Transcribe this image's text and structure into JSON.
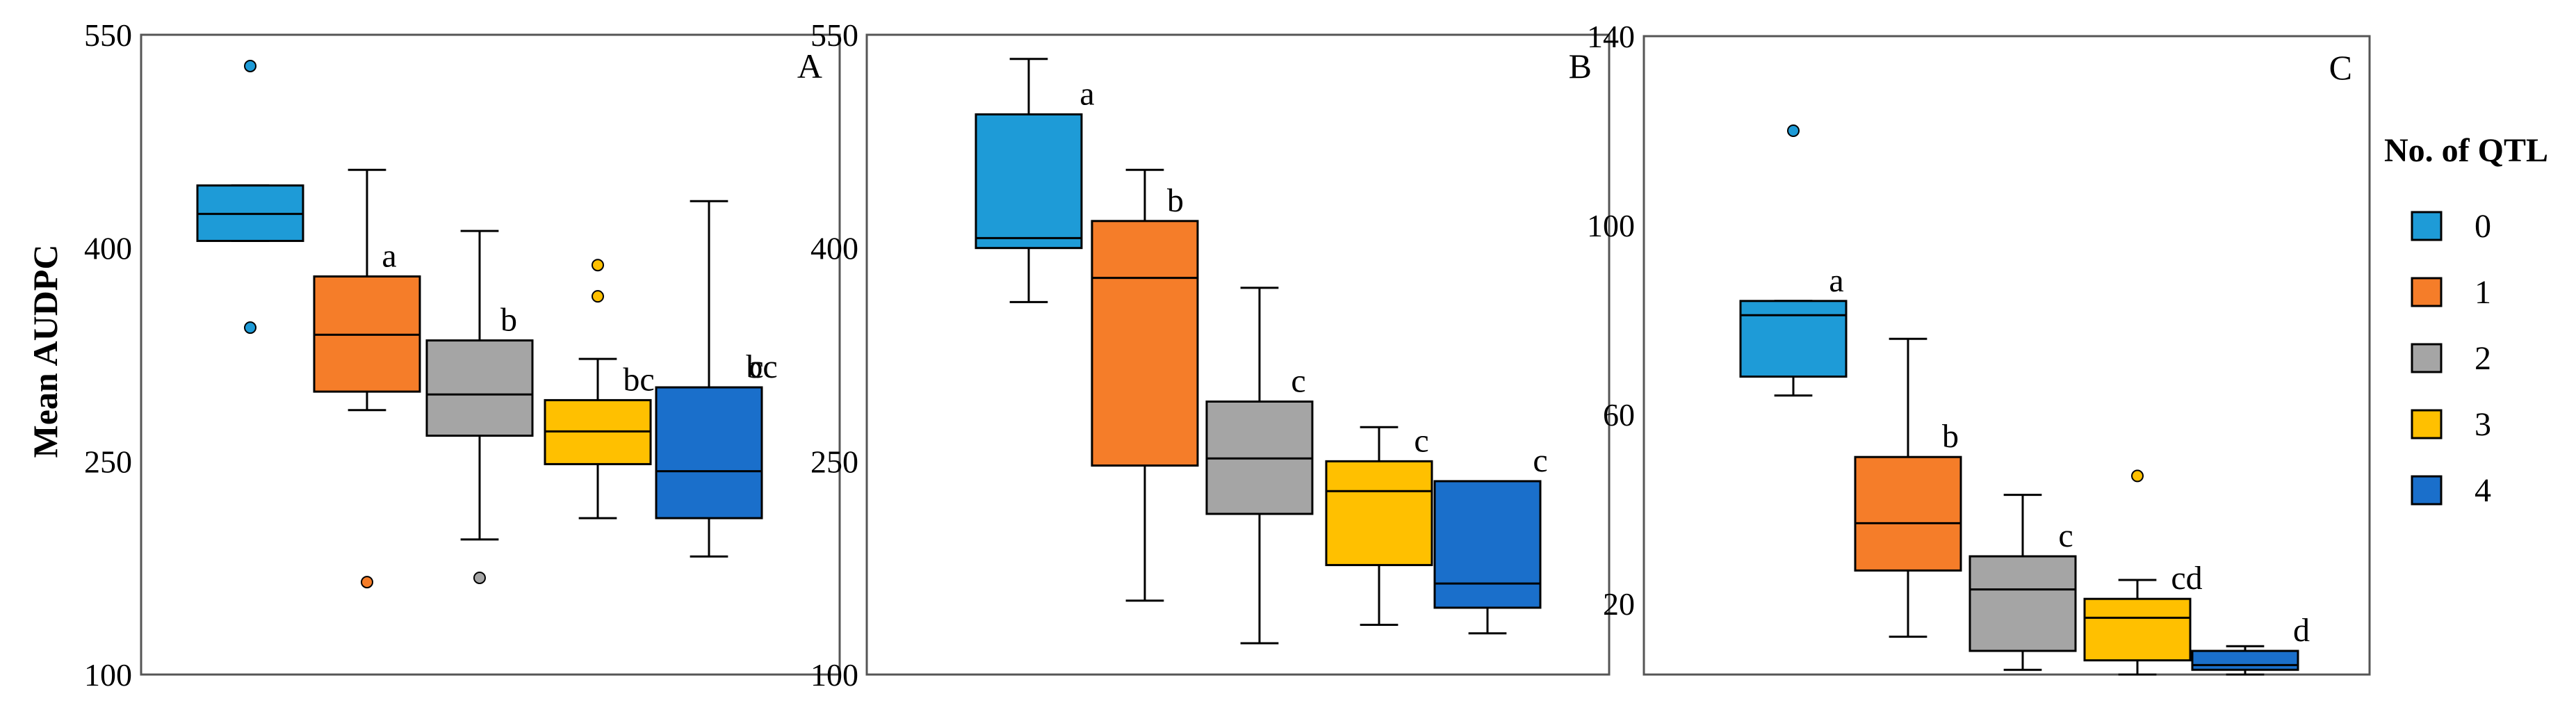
{
  "ylabel": "Mean AUDPC",
  "legend": {
    "title": "No. of QTL",
    "items": [
      {
        "label": "0",
        "color": "#1E9BD7"
      },
      {
        "label": "1",
        "color": "#F57D29"
      },
      {
        "label": "2",
        "color": "#A5A5A5"
      },
      {
        "label": "3",
        "color": "#FFC000"
      },
      {
        "label": "4",
        "color": "#1A6FCB"
      }
    ]
  },
  "chart_data": [
    {
      "type": "box",
      "panel_label": "A",
      "ylim": [
        100,
        550
      ],
      "yticks": [
        "100",
        "250",
        "400",
        "550"
      ],
      "groups": [
        {
          "name": "0",
          "whisker_low": 405,
          "q1": 405,
          "median": 424,
          "q3": 444,
          "whisker_high": 444,
          "outliers": [
            528,
            344
          ],
          "letter": ""
        },
        {
          "name": "1",
          "whisker_low": 286,
          "q1": 299,
          "median": 339,
          "q3": 380,
          "whisker_high": 455,
          "outliers": [
            165
          ],
          "letter": "a"
        },
        {
          "name": "2",
          "whisker_low": 195,
          "q1": 268,
          "median": 297,
          "q3": 335,
          "whisker_high": 412,
          "outliers": [
            168
          ],
          "letter": "b"
        },
        {
          "name": "3",
          "whisker_low": 210,
          "q1": 248,
          "median": 271,
          "q3": 293,
          "whisker_high": 322,
          "outliers": [
            388,
            366
          ],
          "letter": "bc"
        },
        {
          "name": "4",
          "whisker_low": 183,
          "q1": 210,
          "median": 243,
          "q3": 302,
          "whisker_high": 433,
          "outliers": [],
          "letter": "bc"
        }
      ],
      "extra_letter": "c"
    },
    {
      "type": "box",
      "panel_label": "B",
      "ylim": [
        100,
        550
      ],
      "yticks": [
        "100",
        "250",
        "400",
        "550"
      ],
      "groups": [
        {
          "name": "0",
          "whisker_low": 362,
          "q1": 400,
          "median": 407,
          "q3": 494,
          "whisker_high": 533,
          "outliers": [],
          "letter": "a"
        },
        {
          "name": "1",
          "whisker_low": 152,
          "q1": 247,
          "median": 379,
          "q3": 419,
          "whisker_high": 455,
          "outliers": [],
          "letter": "b"
        },
        {
          "name": "2",
          "whisker_low": 122,
          "q1": 213,
          "median": 252,
          "q3": 292,
          "whisker_high": 372,
          "outliers": [],
          "letter": "c"
        },
        {
          "name": "3",
          "whisker_low": 135,
          "q1": 177,
          "median": 229,
          "q3": 250,
          "whisker_high": 274,
          "outliers": [],
          "letter": "c"
        },
        {
          "name": "4",
          "whisker_low": 129,
          "q1": 147,
          "median": 164,
          "q3": 236,
          "whisker_high": 236,
          "outliers": [],
          "letter": "c"
        }
      ]
    },
    {
      "type": "box",
      "panel_label": "C",
      "ylim": [
        5,
        140
      ],
      "yticks": [
        "20",
        "60",
        "100",
        "140"
      ],
      "groups": [
        {
          "name": "0",
          "whisker_low": 64,
          "q1": 68,
          "median": 81,
          "q3": 84,
          "whisker_high": 84,
          "outliers": [
            120
          ],
          "letter": "a"
        },
        {
          "name": "1",
          "whisker_low": 13,
          "q1": 27,
          "median": 37,
          "q3": 51,
          "whisker_high": 76,
          "outliers": [],
          "letter": "b"
        },
        {
          "name": "2",
          "whisker_low": 6,
          "q1": 10,
          "median": 23,
          "q3": 30,
          "whisker_high": 43,
          "outliers": [],
          "letter": "c"
        },
        {
          "name": "3",
          "whisker_low": 5,
          "q1": 8,
          "median": 17,
          "q3": 21,
          "whisker_high": 25,
          "outliers": [
            47
          ],
          "letter": "cd"
        },
        {
          "name": "4",
          "whisker_low": 5,
          "q1": 6,
          "median": 7,
          "q3": 10,
          "whisker_high": 11,
          "outliers": [],
          "letter": "d"
        }
      ]
    }
  ]
}
